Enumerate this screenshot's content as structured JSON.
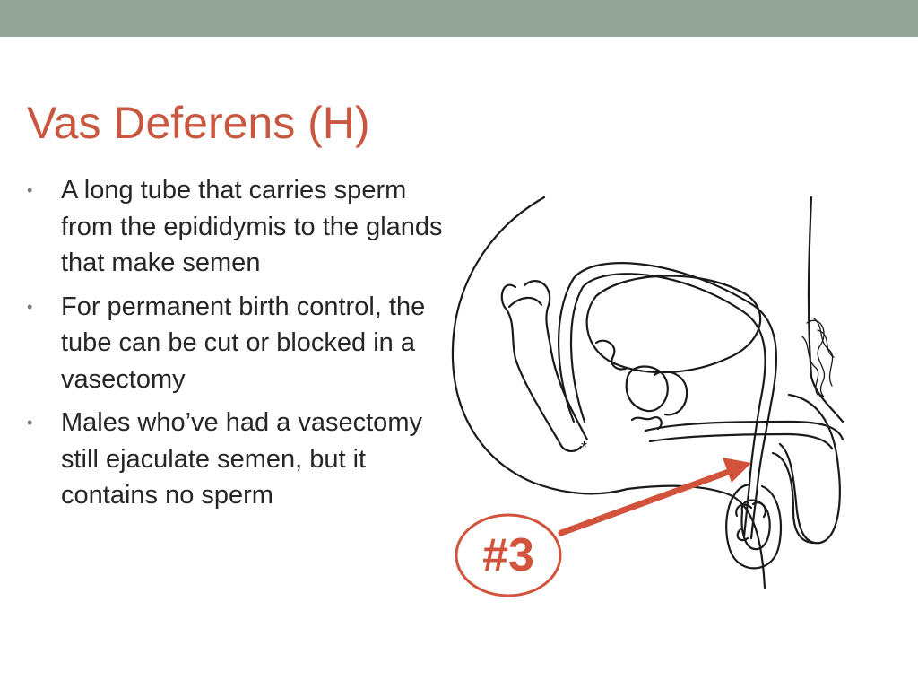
{
  "slide": {
    "title": "Vas Deferens (H)",
    "bullets": [
      "A long tube that carries sperm from the epididymis to the glands that make semen",
      "For permanent birth control, the tube can be cut or blocked in a vasectomy",
      "Males who’ve had a vasectomy still ejaculate semen, but it contains no sperm"
    ],
    "bullet_glyph": "•"
  },
  "diagram": {
    "marker_label": "#3",
    "asterisk": "*"
  },
  "colors": {
    "top_bar": "#95a499",
    "title": "#c9563e",
    "accent": "#d2533c",
    "body_text": "#262626",
    "line_art": "#1a1a1a"
  }
}
